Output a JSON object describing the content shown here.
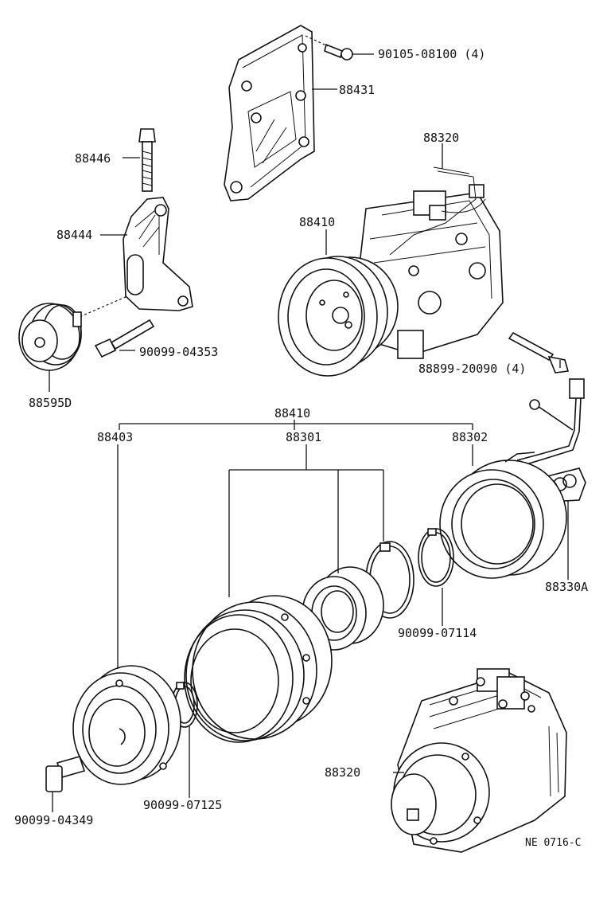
{
  "labels": {
    "p90105": "90105-08100 (4)",
    "p88431": "88431",
    "p88446": "88446",
    "p88320_top": "88320",
    "p88444": "88444",
    "p88410_top": "88410",
    "p90099_04353": "90099-04353",
    "p88899": "88899-20090 (4)",
    "p88595d": "88595D",
    "p88410_group": "88410",
    "p88403": "88403",
    "p88301": "88301",
    "p88302": "88302",
    "p88330a": "88330A",
    "p90099_07114": "90099-07114",
    "p88320_bottom": "88320",
    "p90099_07125": "90099-07125",
    "p90099_04349": "90099-04349",
    "figure_code": "NE 0716-C"
  }
}
